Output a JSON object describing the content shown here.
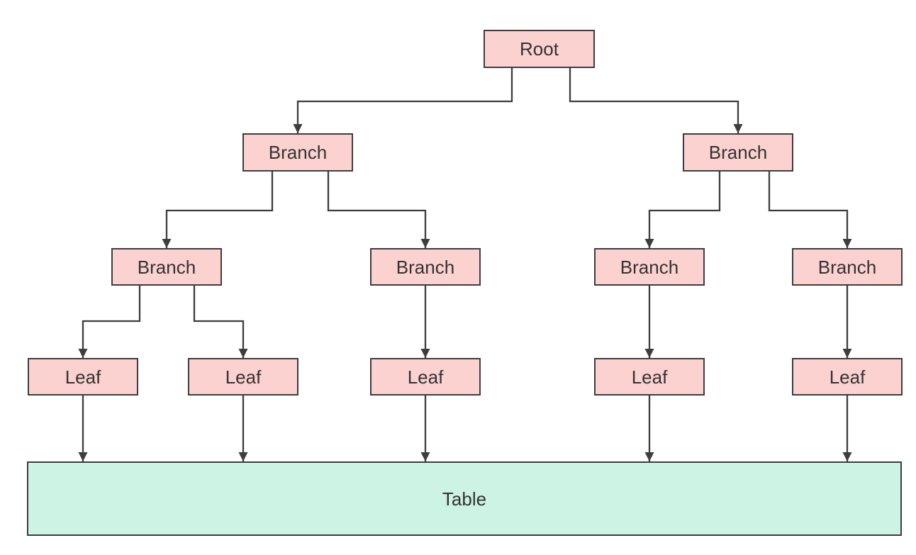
{
  "diagram": {
    "type": "tree-flowchart",
    "colors": {
      "node_fill": "#fbd2d0",
      "node_border": "#3d3d3d",
      "table_fill": "#ccf3e3",
      "edge": "#3d3d3d",
      "text": "#333333",
      "background": "#ffffff"
    },
    "nodes": {
      "root": {
        "label": "Root"
      },
      "branch_left": {
        "label": "Branch"
      },
      "branch_right": {
        "label": "Branch"
      },
      "branch_left_left": {
        "label": "Branch"
      },
      "branch_left_right": {
        "label": "Branch"
      },
      "branch_right_left": {
        "label": "Branch"
      },
      "branch_right_right": {
        "label": "Branch"
      },
      "leaf_1": {
        "label": "Leaf"
      },
      "leaf_2": {
        "label": "Leaf"
      },
      "leaf_3": {
        "label": "Leaf"
      },
      "leaf_4": {
        "label": "Leaf"
      },
      "leaf_5": {
        "label": "Leaf"
      },
      "table": {
        "label": "Table"
      }
    },
    "edges": [
      {
        "from": "root",
        "to": "branch_left"
      },
      {
        "from": "root",
        "to": "branch_right"
      },
      {
        "from": "branch_left",
        "to": "branch_left_left"
      },
      {
        "from": "branch_left",
        "to": "branch_left_right"
      },
      {
        "from": "branch_right",
        "to": "branch_right_left"
      },
      {
        "from": "branch_right",
        "to": "branch_right_right"
      },
      {
        "from": "branch_left_left",
        "to": "leaf_1"
      },
      {
        "from": "branch_left_left",
        "to": "leaf_2"
      },
      {
        "from": "branch_left_right",
        "to": "leaf_3"
      },
      {
        "from": "branch_right_left",
        "to": "leaf_4"
      },
      {
        "from": "branch_right_right",
        "to": "leaf_5"
      },
      {
        "from": "leaf_1",
        "to": "table"
      },
      {
        "from": "leaf_2",
        "to": "table"
      },
      {
        "from": "leaf_3",
        "to": "table"
      },
      {
        "from": "leaf_4",
        "to": "table"
      },
      {
        "from": "leaf_5",
        "to": "table"
      }
    ]
  }
}
